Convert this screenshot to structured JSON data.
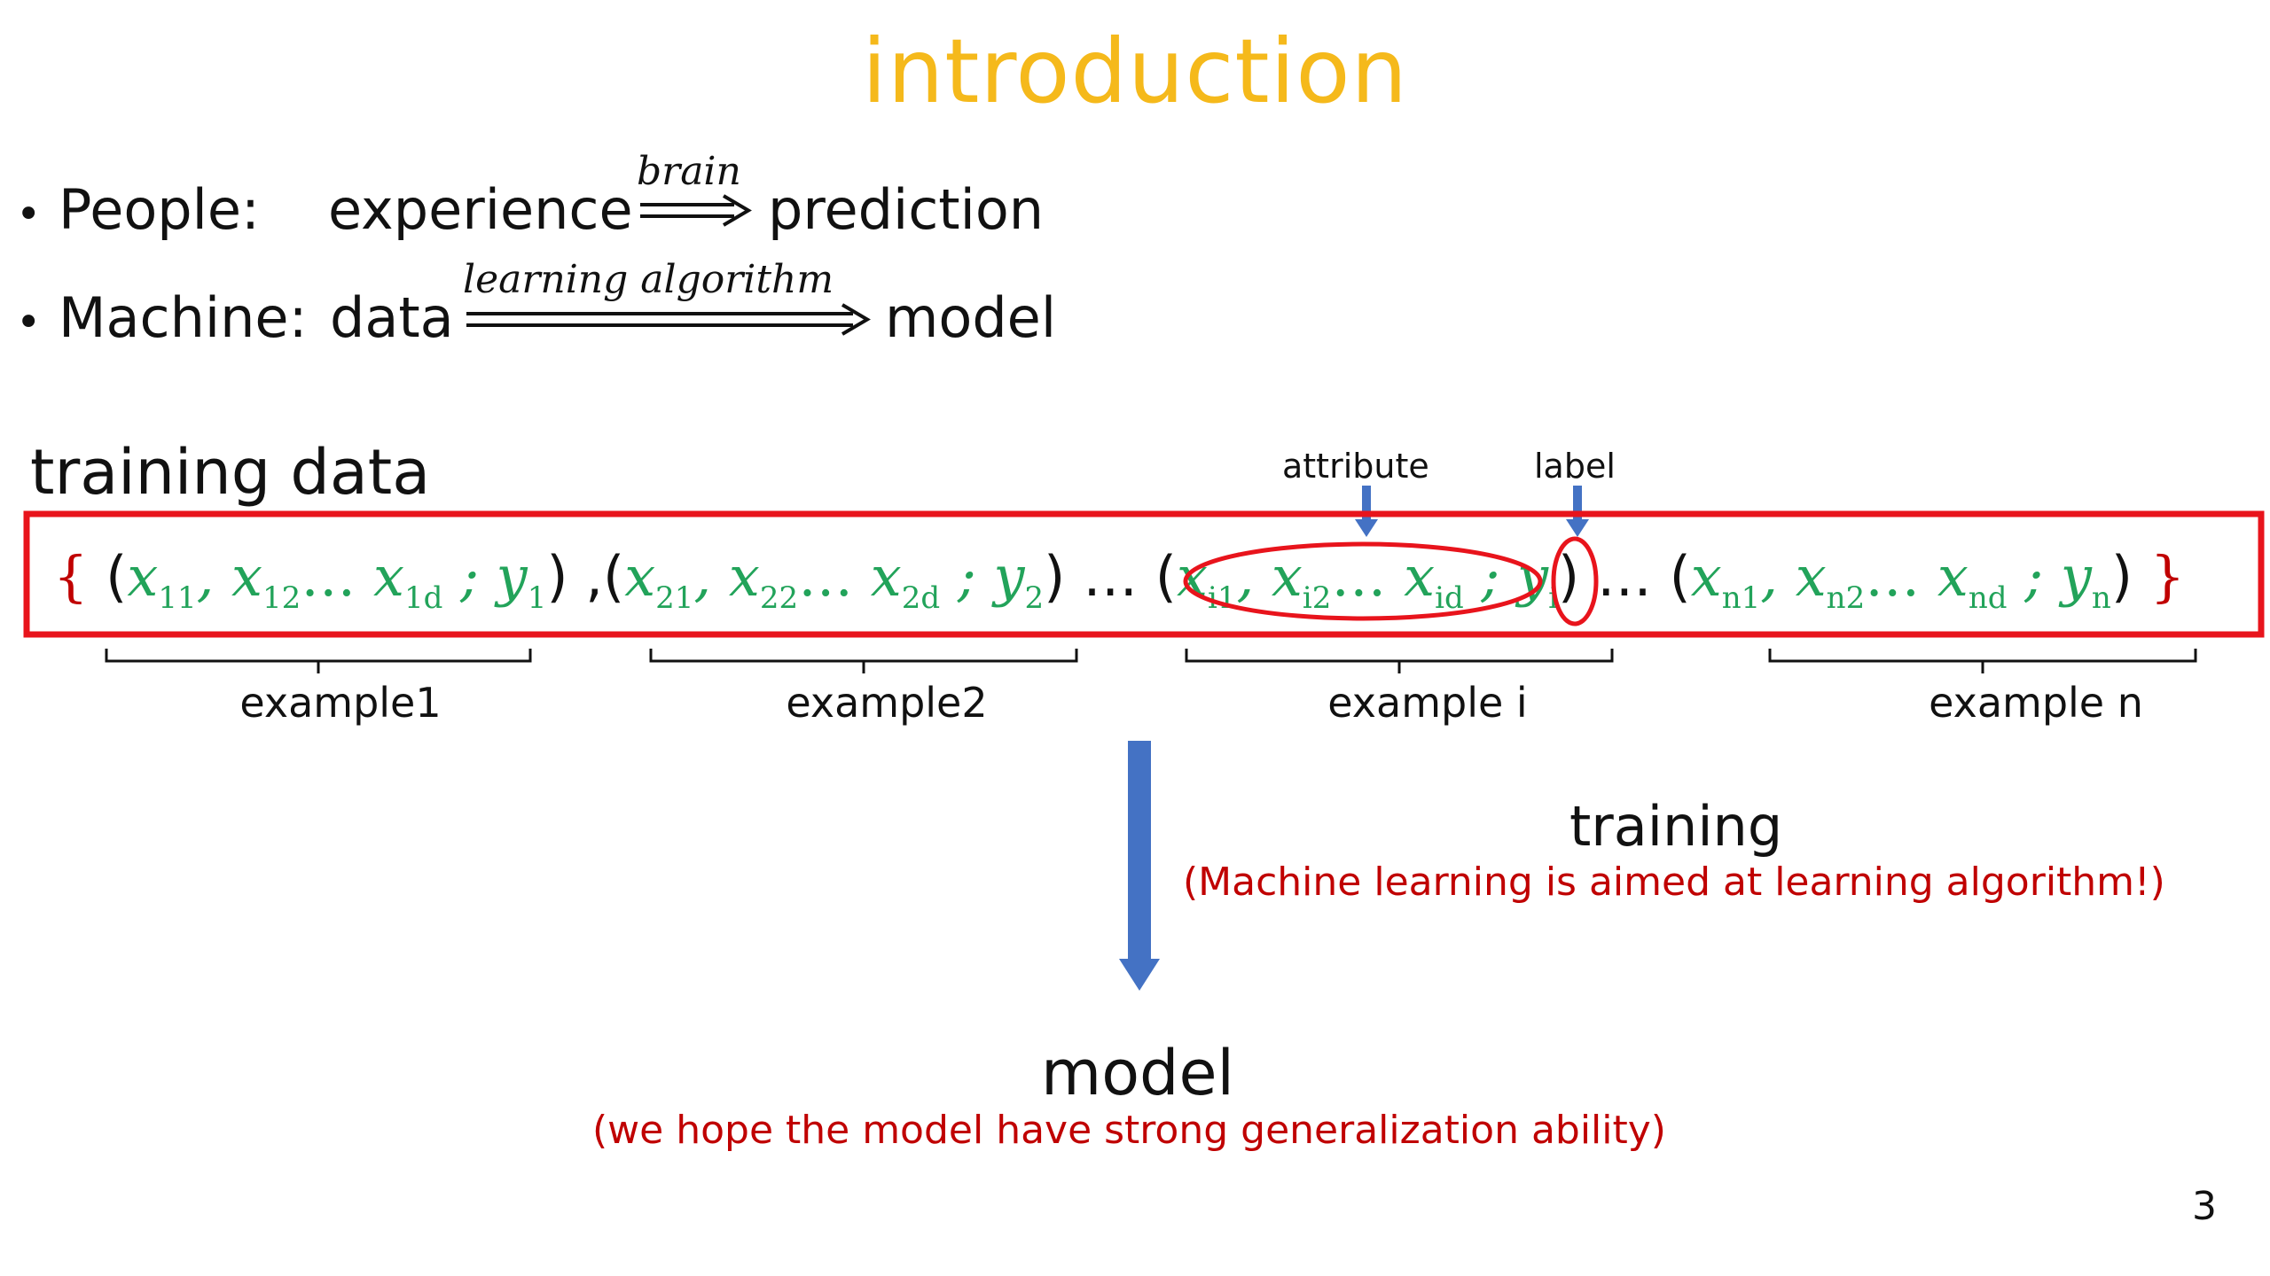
{
  "title": "introduction",
  "bullets": {
    "people": {
      "label": "People:",
      "from": "experience",
      "over": "brain",
      "to": "prediction"
    },
    "machine": {
      "label": "Machine:",
      "from": "data",
      "over": "learning algorithm",
      "to": "model"
    }
  },
  "training_data": {
    "title": "training data",
    "attribute_label": "attribute",
    "label_label": "label",
    "open_brace": "{",
    "close_brace": "}",
    "ellipsis": "…",
    "examples": [
      {
        "x1": "11",
        "x2": "12",
        "xd": "1d",
        "y": "1",
        "name": "example1"
      },
      {
        "x1": "21",
        "x2": "22",
        "xd": "2d",
        "y": "2",
        "name": "example2"
      },
      {
        "x1": "i1",
        "x2": "i2",
        "xd": "id",
        "y": "i",
        "name": "example i"
      },
      {
        "x1": "n1",
        "x2": "n2",
        "xd": "nd",
        "y": "n",
        "name": "example n"
      }
    ]
  },
  "training": {
    "label": "training",
    "note": "(Machine learning is aimed at learning algorithm!)"
  },
  "model": {
    "label": "model",
    "note": "(we hope the model have strong generalization ability)"
  },
  "page_number": "3",
  "colors": {
    "title": "#f5b91b",
    "math_green": "#22a35a",
    "red": "#c00000",
    "arrow_blue": "#4472c4",
    "frame_red": "#e8141c"
  }
}
